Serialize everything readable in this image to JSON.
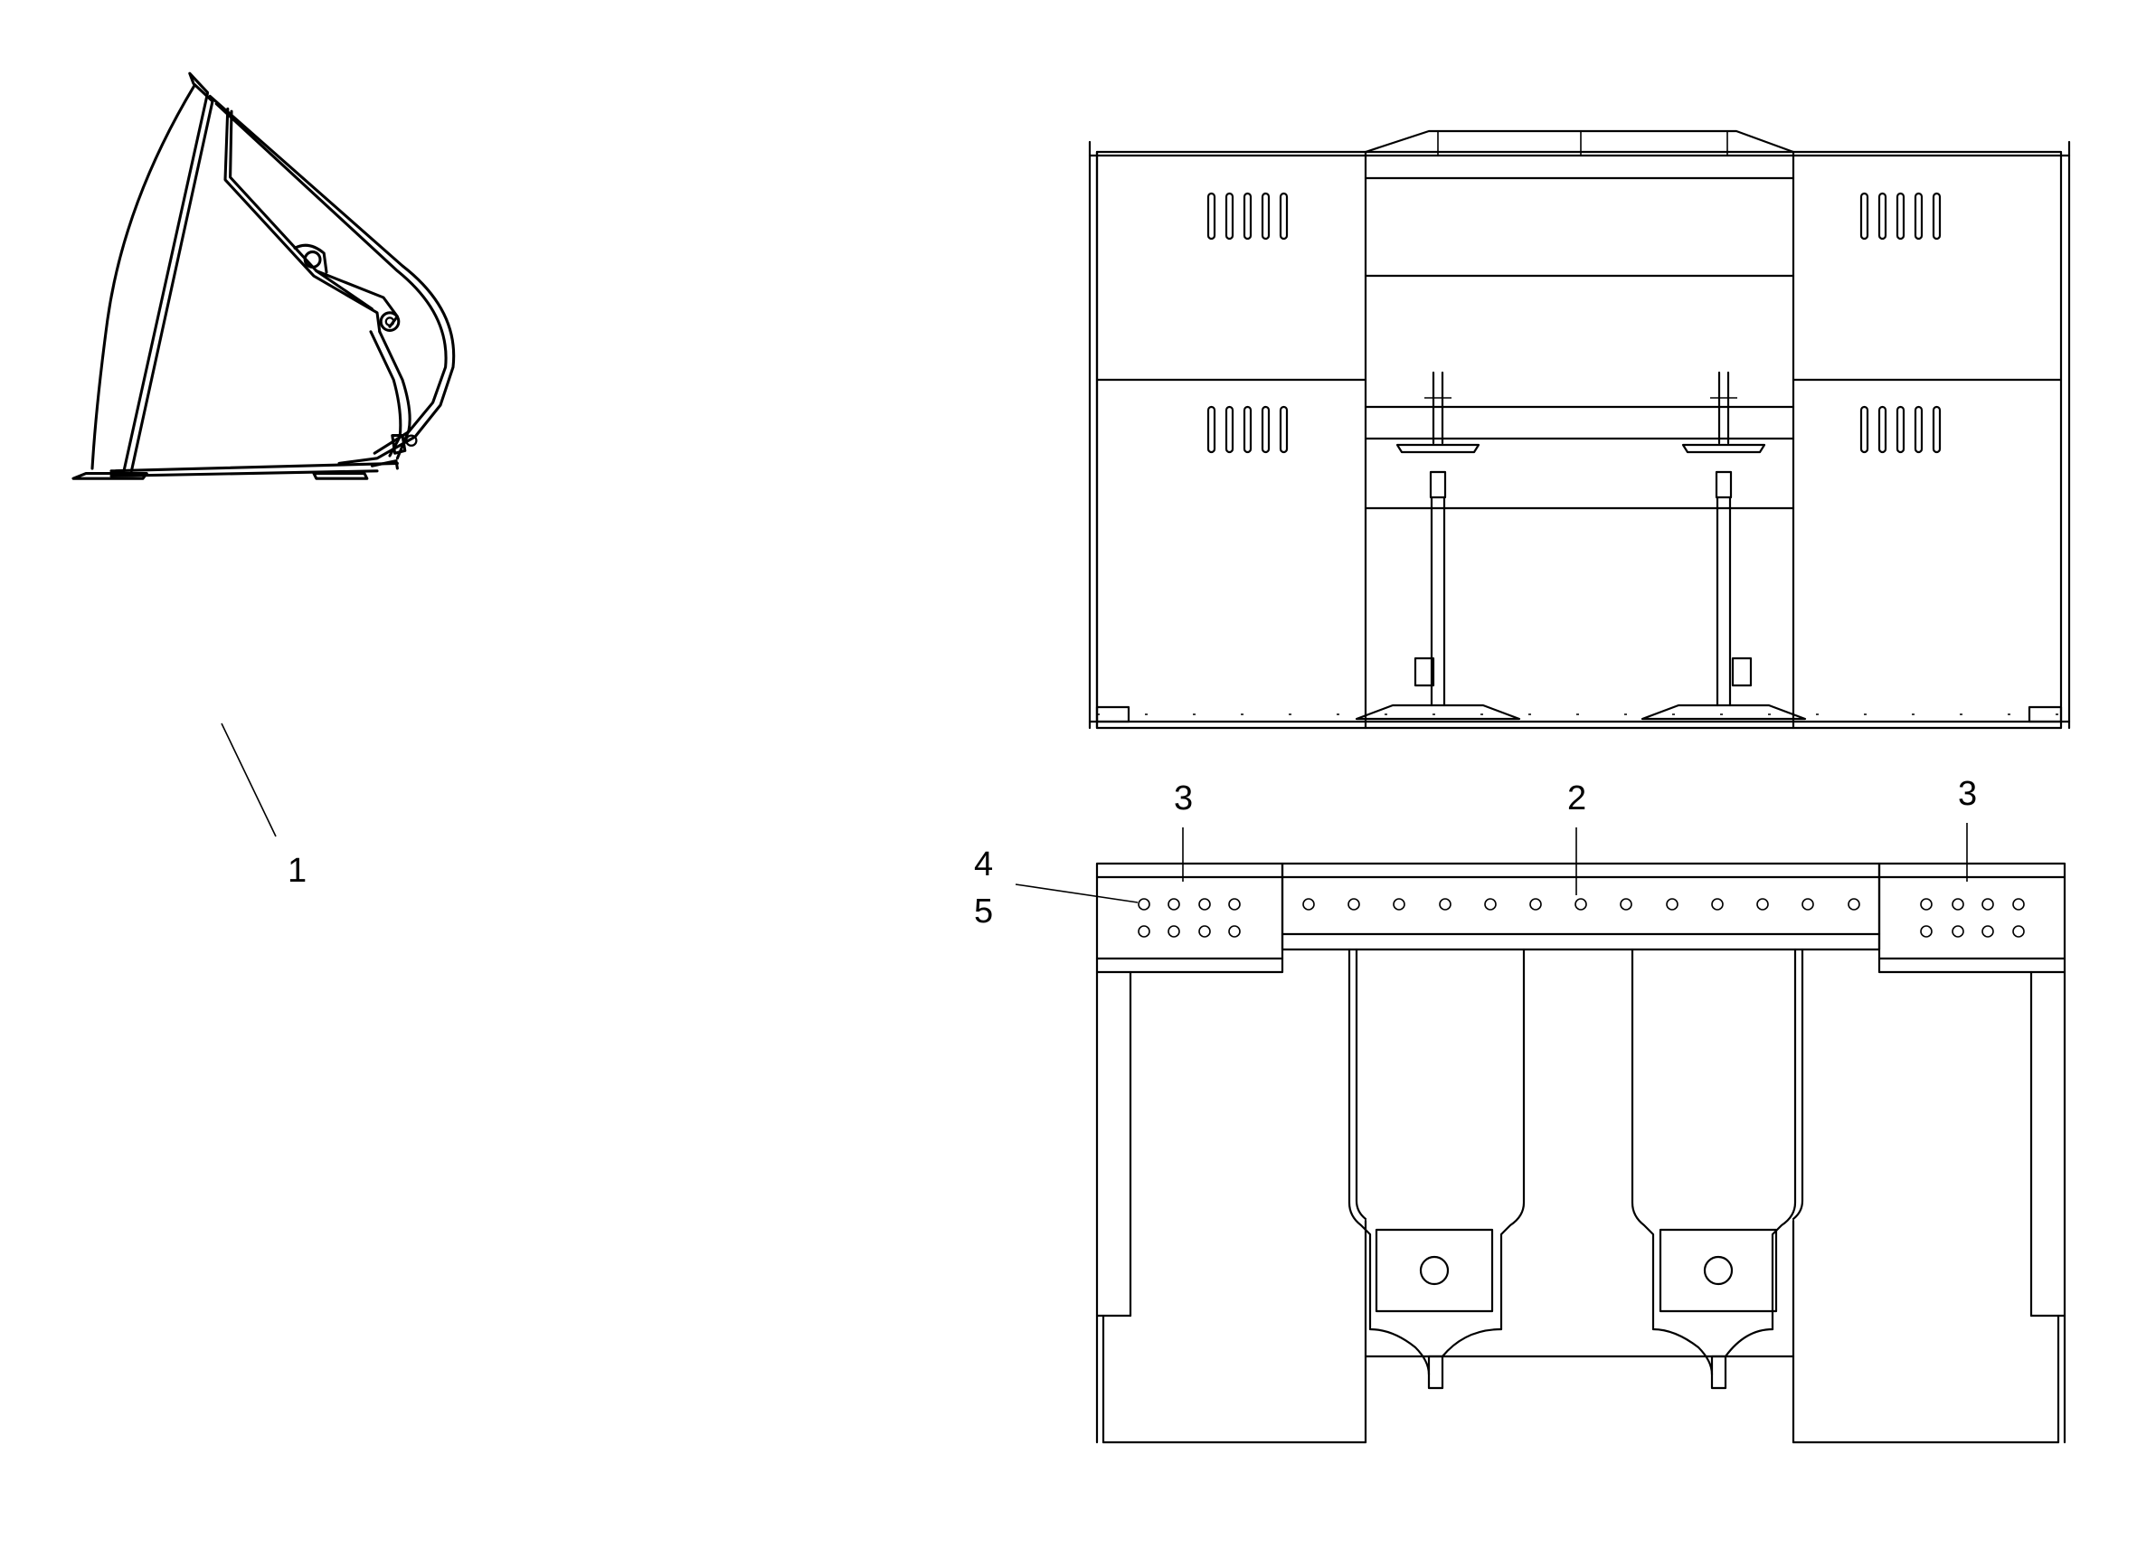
{
  "callouts": {
    "c1": "1",
    "c2": "2",
    "c3_left": "3",
    "c3_right": "3",
    "c4": "4",
    "c5": "5"
  },
  "colors": {
    "line": "#000000",
    "background": "#ffffff"
  }
}
